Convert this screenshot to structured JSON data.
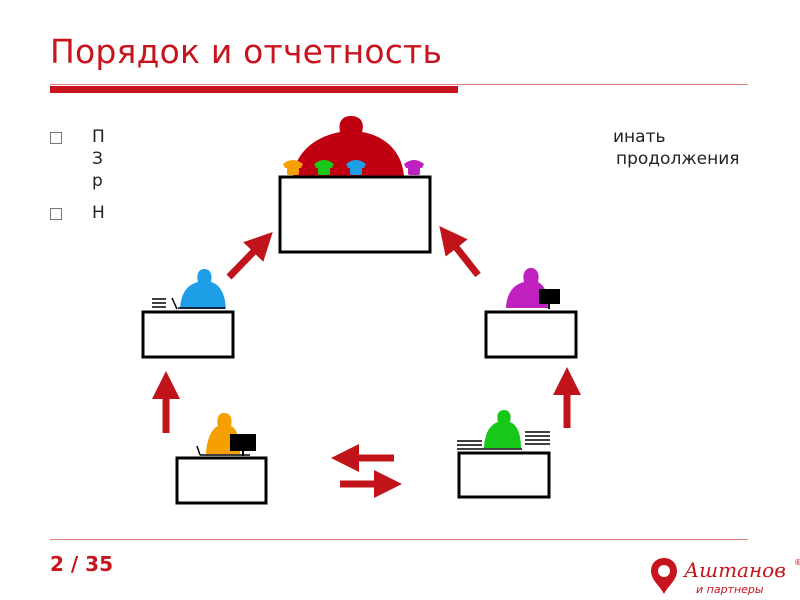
{
  "slide": {
    "title": "Порядок и отчетность",
    "bullets": [
      {
        "line1_left": "П",
        "line1_right": "инать",
        "line2_left": "З",
        "line2_right": "продолжения",
        "line3_left": "р"
      },
      {
        "line1_left": "Н"
      }
    ],
    "page_number": "2 / 35"
  },
  "diagram": {
    "figures": [
      {
        "role": "top-center",
        "color": "#c00010"
      },
      {
        "role": "left",
        "color": "#1f9ee8"
      },
      {
        "role": "right",
        "color": "#c020c0"
      },
      {
        "role": "bottom-left",
        "color": "#f5a000"
      },
      {
        "role": "bottom-right",
        "color": "#18c818"
      }
    ],
    "phones": [
      "#f5a000",
      "#18c818",
      "#1f9ee8",
      "#c020c0"
    ],
    "arrow_color": "#c0141a"
  },
  "logo": {
    "name": "Аштанов",
    "subtitle": "и партнеры",
    "registered": "®"
  }
}
